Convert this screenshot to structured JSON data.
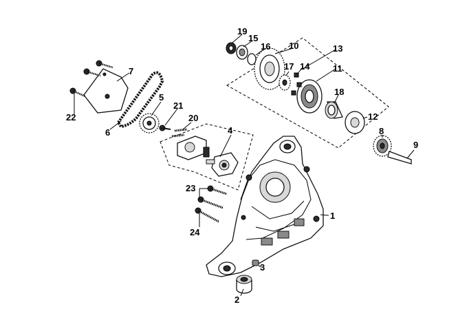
{
  "diagram": {
    "callouts": [
      "1",
      "2",
      "3",
      "4",
      "5",
      "6",
      "7",
      "8",
      "9",
      "10",
      "11",
      "12",
      "13",
      "14",
      "15",
      "16",
      "17",
      "18",
      "19",
      "20",
      "21",
      "22",
      "23",
      "24"
    ]
  }
}
